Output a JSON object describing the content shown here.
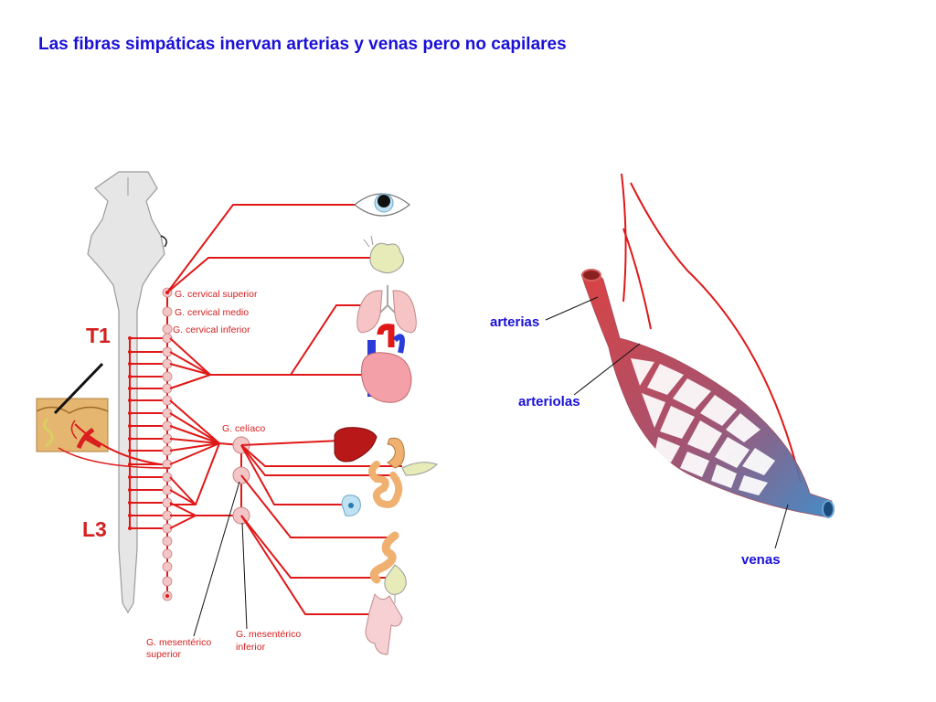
{
  "title": "Las fibras simpáticas inervan arterias y venas pero no capilares",
  "segments": {
    "upper": "T1",
    "lower": "L3"
  },
  "ganglia": {
    "cervical_superior": "G. cervical superior",
    "cervical_medio": "G. cervical medio",
    "cervical_inferior": "G. cervical inferior",
    "celiaco": "G. celíaco",
    "mesenterico_superior_l1": "G. mesentérico",
    "mesenterico_superior_l2": "superior",
    "mesenterico_inferior_l1": "G. mesentérico",
    "mesenterico_inferior_l2": "inferior"
  },
  "vessels": {
    "arterias": "arterias",
    "arteriolas": "arteriolas",
    "venas": "venas"
  },
  "colors": {
    "title": "#1a10d8",
    "nerve": "#e01818",
    "artery": "#d23a3a",
    "vein": "#3a78b8",
    "label_red": "#d42020"
  }
}
